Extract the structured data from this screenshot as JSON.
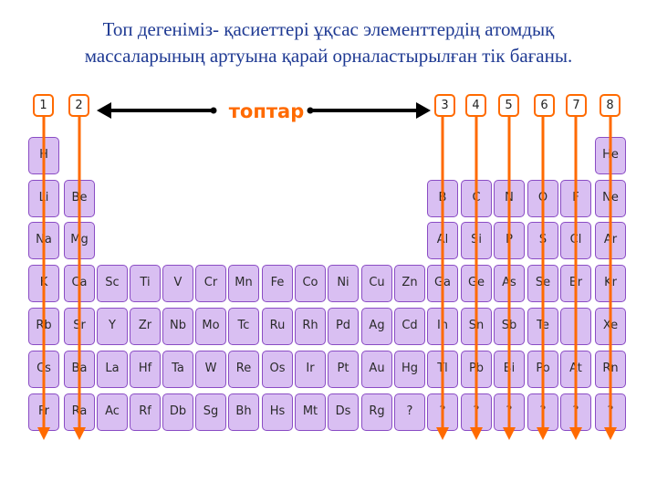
{
  "title": {
    "line1": "Топ дегеніміз- қасиеттері ұқсас элементтердің атомдық",
    "line2": "массаларының артуына қарай орналастырылған тік бағаны."
  },
  "groups_label": "топтар",
  "group_numbers": [
    "1",
    "2",
    "3",
    "4",
    "5",
    "6",
    "7",
    "8"
  ],
  "colors": {
    "arrow": "#ff6a00",
    "cell_fill": "#d9bff2",
    "cell_border": "#8a4cc4",
    "title": "#1f3a93"
  },
  "rows": [
    [
      [
        "H",
        0
      ],
      [
        "He",
        17
      ]
    ],
    [
      [
        "Li",
        0
      ],
      [
        "Be",
        1
      ],
      [
        "B",
        12
      ],
      [
        "C",
        13
      ],
      [
        "N",
        14
      ],
      [
        "O",
        15
      ],
      [
        "F",
        16
      ],
      [
        "Ne",
        17
      ]
    ],
    [
      [
        "Na",
        0
      ],
      [
        "Mg",
        1
      ],
      [
        "Al",
        12
      ],
      [
        "Si",
        13
      ],
      [
        "P",
        14
      ],
      [
        "S",
        15
      ],
      [
        "Cl",
        16
      ],
      [
        "Ar",
        17
      ]
    ],
    [
      [
        "K",
        0
      ],
      [
        "Ca",
        1
      ],
      [
        "Sc",
        2
      ],
      [
        "Ti",
        3
      ],
      [
        "V",
        4
      ],
      [
        "Cr",
        5
      ],
      [
        "Mn",
        6
      ],
      [
        "Fe",
        7
      ],
      [
        "Co",
        8
      ],
      [
        "Ni",
        9
      ],
      [
        "Cu",
        10
      ],
      [
        "Zn",
        11
      ],
      [
        "Ga",
        12
      ],
      [
        "Ge",
        13
      ],
      [
        "As",
        14
      ],
      [
        "Se",
        15
      ],
      [
        "Br",
        16
      ],
      [
        "Kr",
        17
      ]
    ],
    [
      [
        "Rb",
        0
      ],
      [
        "Sr",
        1
      ],
      [
        "Y",
        2
      ],
      [
        "Zr",
        3
      ],
      [
        "Nb",
        4
      ],
      [
        "Mo",
        5
      ],
      [
        "Tc",
        6
      ],
      [
        "Ru",
        7
      ],
      [
        "Rh",
        8
      ],
      [
        "Pd",
        9
      ],
      [
        "Ag",
        10
      ],
      [
        "Cd",
        11
      ],
      [
        "In",
        12
      ],
      [
        "Sn",
        13
      ],
      [
        "Sb",
        14
      ],
      [
        "Te",
        15
      ],
      [
        "",
        16
      ],
      [
        "Xe",
        17
      ]
    ],
    [
      [
        "Cs",
        0
      ],
      [
        "Ba",
        1
      ],
      [
        "La",
        2
      ],
      [
        "Hf",
        3
      ],
      [
        "Ta",
        4
      ],
      [
        "W",
        5
      ],
      [
        "Re",
        6
      ],
      [
        "Os",
        7
      ],
      [
        "Ir",
        8
      ],
      [
        "Pt",
        9
      ],
      [
        "Au",
        10
      ],
      [
        "Hg",
        11
      ],
      [
        "Tl",
        12
      ],
      [
        "Pb",
        13
      ],
      [
        "Bi",
        14
      ],
      [
        "Po",
        15
      ],
      [
        "At",
        16
      ],
      [
        "Rn",
        17
      ]
    ],
    [
      [
        "Fr",
        0
      ],
      [
        "Ra",
        1
      ],
      [
        "Ac",
        2
      ],
      [
        "Rf",
        3
      ],
      [
        "Db",
        4
      ],
      [
        "Sg",
        5
      ],
      [
        "Bh",
        6
      ],
      [
        "Hs",
        7
      ],
      [
        "Mt",
        8
      ],
      [
        "Ds",
        9
      ],
      [
        "Rg",
        10
      ],
      [
        "?",
        11
      ],
      [
        "?",
        12
      ],
      [
        "?",
        13
      ],
      [
        "?",
        14
      ],
      [
        "?",
        15
      ],
      [
        "?",
        16
      ],
      [
        "?",
        17
      ]
    ]
  ]
}
